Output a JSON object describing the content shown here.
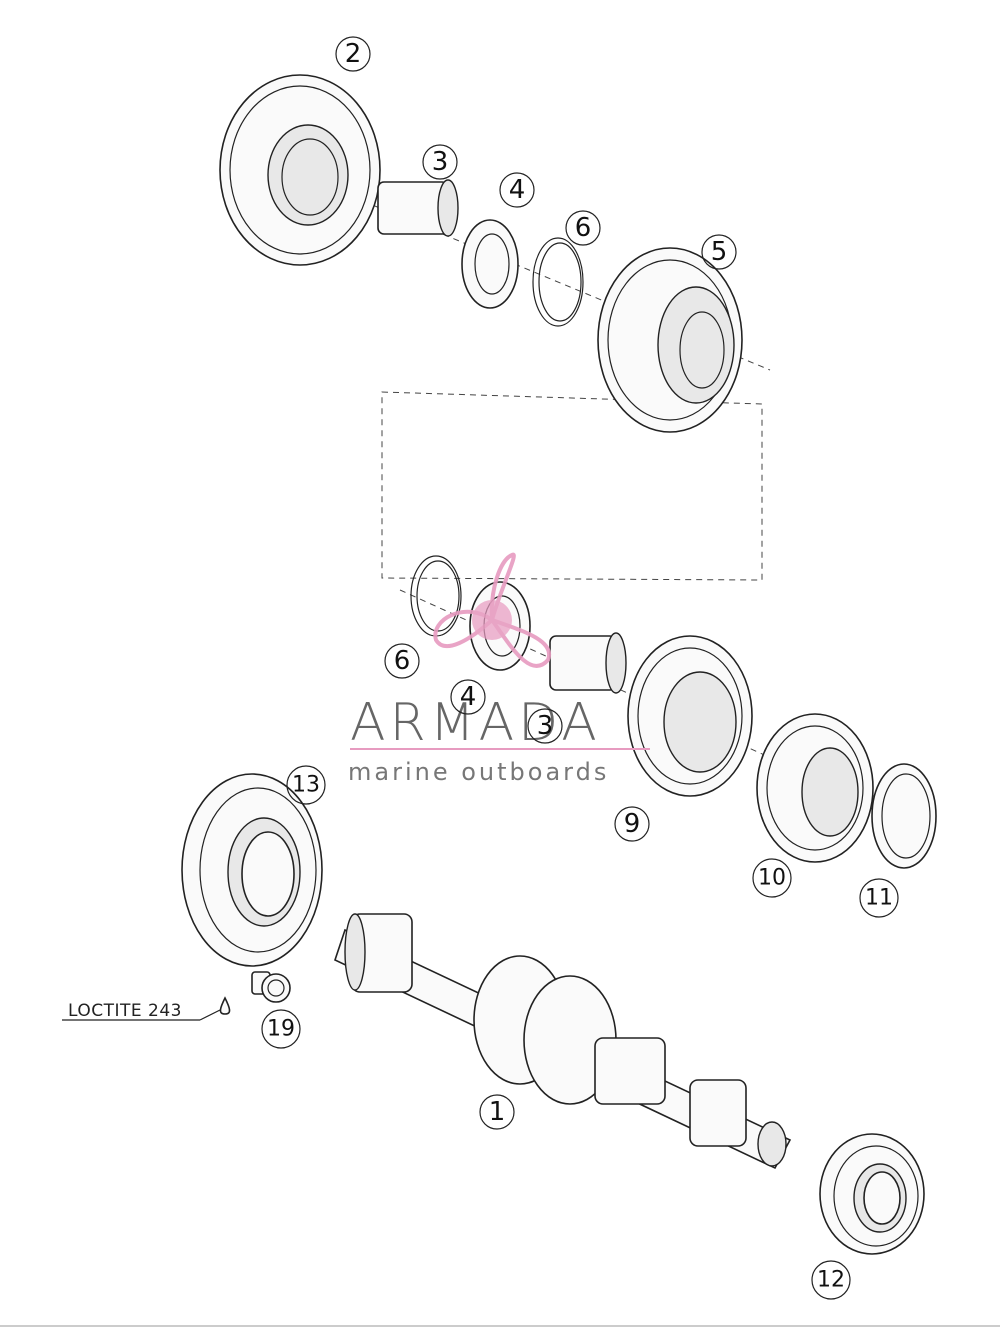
{
  "diagram": {
    "callouts": [
      "2",
      "3",
      "4",
      "6",
      "5",
      "6",
      "4",
      "3",
      "9",
      "10",
      "11",
      "13",
      "19",
      "1",
      "12"
    ],
    "loctite_label": "LOCTITE 243"
  },
  "watermark": {
    "brand": "ARMADA",
    "subtitle": "marine outboards",
    "accent_color": "#e79bc0"
  }
}
